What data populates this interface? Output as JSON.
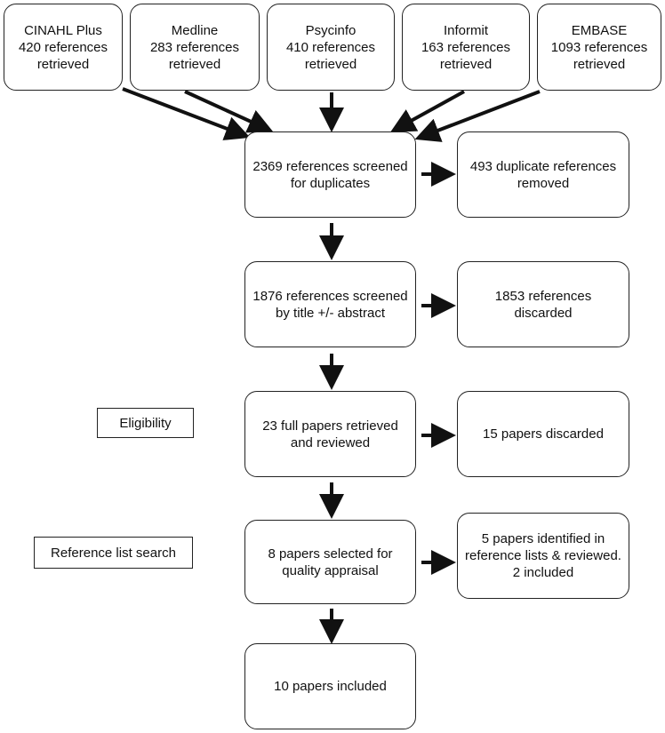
{
  "sources": [
    {
      "name": "CINAHL Plus",
      "text": "420 references retrieved"
    },
    {
      "name": "Medline",
      "text": "283 references retrieved"
    },
    {
      "name": "Psycinfo",
      "text": "410 references retrieved"
    },
    {
      "name": "Informit",
      "text": "163 references retrieved"
    },
    {
      "name": "EMBASE",
      "text": "1093 references retrieved"
    }
  ],
  "steps": [
    "2369 references screened for duplicates",
    "1876 references screened by title +/- abstract",
    "23 full papers retrieved and reviewed",
    "8 papers selected for quality appraisal",
    "10 papers included"
  ],
  "outcomes": [
    "493 duplicate references removed",
    "1853 references discarded",
    "15 papers discarded",
    "5 papers identified in reference lists & reviewed. 2 included"
  ],
  "stage_labels": {
    "eligibility": "Eligibility",
    "reference_search": "Reference list search"
  }
}
